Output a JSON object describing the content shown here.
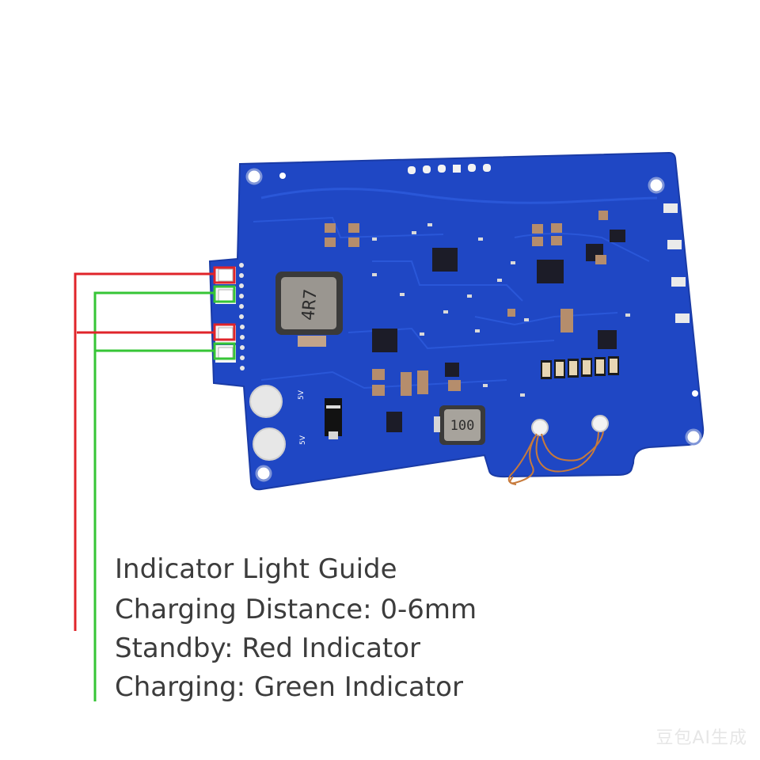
{
  "image": {
    "description_free": true,
    "inductor_large_label": "4R7",
    "inductor_small_label": "100",
    "silkscreen_top": "5V",
    "silkscreen_bottom": "5V"
  },
  "caption": {
    "line1": "Indicator Light Guide",
    "line2": "Charging Distance: 0-6mm",
    "line3": "Standby:  Red Indicator",
    "line4": "Charging: Green Indicator"
  },
  "watermark": "豆包AI生成",
  "colors": {
    "pcb": "#1f47c4",
    "red_guide": "#e0242a",
    "green_guide": "#36c536"
  }
}
